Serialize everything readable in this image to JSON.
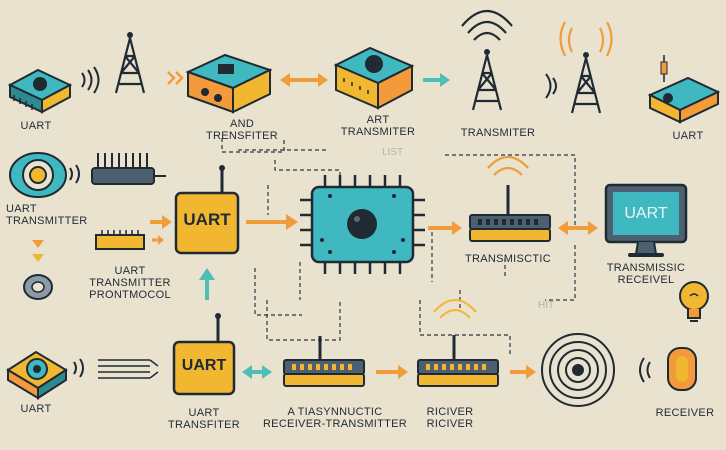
{
  "labels": {
    "uart_tl": "UART",
    "tr_transfer": "AND\nTRENSFITER",
    "art_transmitter": "ART\nTRANSMITER",
    "transmiter_top": "TRANSMITER",
    "uart_tr": "UART",
    "uart_transmitter_left": "UART\nTRANSMITTER",
    "uart_protocol": "UART\nTRANSMITTER\nPRONTMOCOL",
    "transmisc": "TRANSMISCTIC",
    "transmissic_receivel": "TRANSMISSIC\nRECEIVEL",
    "uart_bl": "UART",
    "uart_transfiter": "UART\nTRANSFITER",
    "async_rx_tx": "A TIASYNNUCTIC\nRECEIVER-TRANSMITTER",
    "ricever_reciver": "RICIVER\nRICIVER",
    "receiver_br": "RECEIVER"
  },
  "faint_tags": {
    "list": "LIST",
    "hit": "HIT"
  },
  "box_labels": {
    "uart_mid_left": "UART",
    "uart_bottom": "UART",
    "uart_monitor": "UART"
  },
  "colors": {
    "background": "#e9e2cf",
    "teal": "#3fb8bf",
    "orange": "#f39a3b",
    "yellow": "#f2b731",
    "navy": "#1f2a33",
    "slate": "#4d6070",
    "arrow_teal": "#4fbdb8",
    "arrow_orange": "#f29b3a"
  }
}
